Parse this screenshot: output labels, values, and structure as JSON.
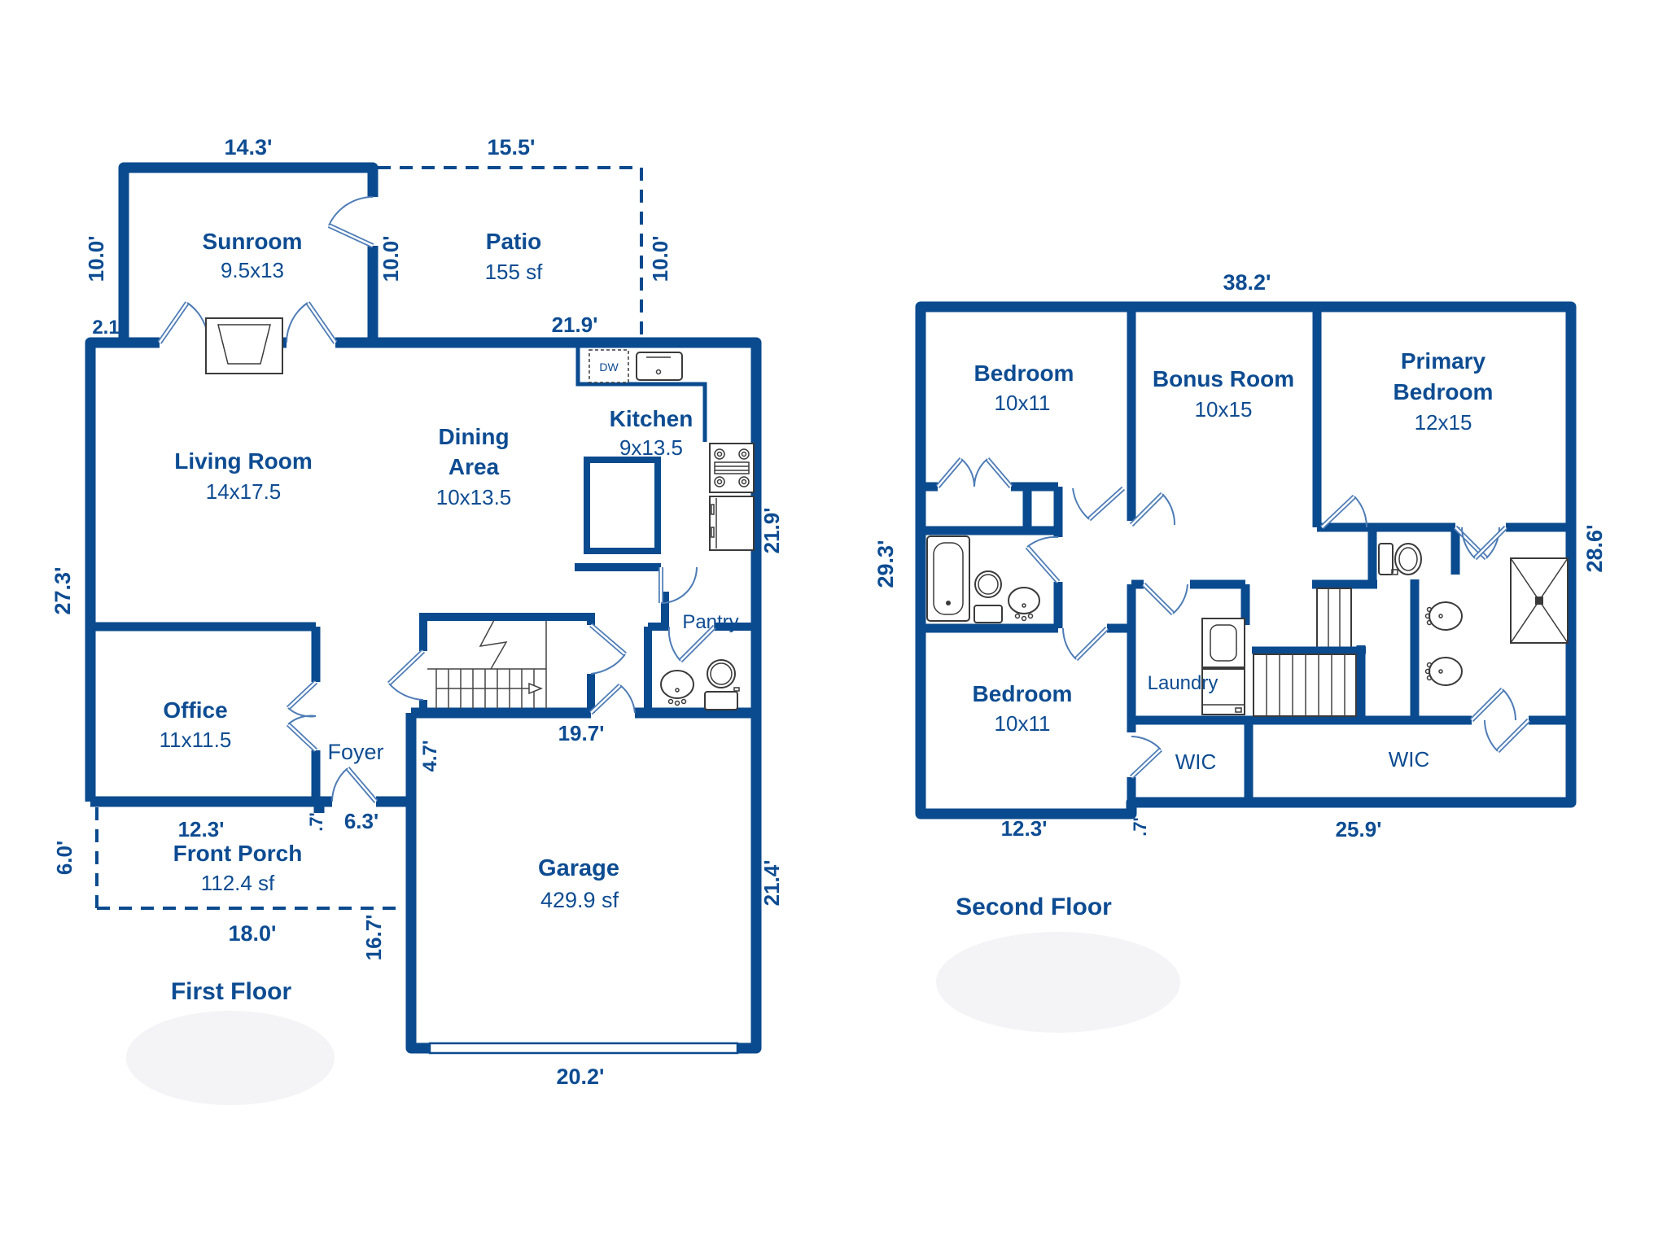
{
  "palette": {
    "wall_color": "#0a4a8e",
    "text_color": "#0d4c92",
    "door_color": "#4d7cb6",
    "fixture_color": "#3a3a3a",
    "watermark_color": "#f4f4f7"
  },
  "first_floor": {
    "name": "First Floor",
    "rooms": {
      "sunroom": {
        "name": "Sunroom",
        "dims": "9.5x13"
      },
      "patio": {
        "name": "Patio",
        "area": "155 sf"
      },
      "living_room": {
        "name": "Living Room",
        "dims": "14x17.5"
      },
      "dining": {
        "name_line1": "Dining",
        "name_line2": "Area",
        "dims": "10x13.5"
      },
      "kitchen": {
        "name": "Kitchen",
        "dims": "9x13.5",
        "dishwasher": "DW"
      },
      "office": {
        "name": "Office",
        "dims": "11x11.5"
      },
      "foyer": {
        "name": "Foyer"
      },
      "pantry": {
        "name": "Pantry"
      },
      "front_porch": {
        "name": "Front Porch",
        "area": "112.4 sf"
      },
      "garage": {
        "name": "Garage",
        "area": "429.9 sf"
      }
    },
    "dims": {
      "sunroom_top": "14.3'",
      "patio_top": "15.5'",
      "sunroom_left": "10.0'",
      "sunroom_right": "10.0'",
      "patio_right": "10.0'",
      "jog": "2.1",
      "main_top": "21.9'",
      "kitchen_right": "21.9'",
      "left_wall": "27.3'",
      "stair_side": "4.7'",
      "garage_top": "19.7'",
      "porch_top": "12.3'",
      "door_stub": ".7'",
      "entry_wall": "6.3'",
      "porch_side": "6.0'",
      "porch_bottom": "18.0'",
      "garage_left": "16.7'",
      "garage_right": "21.4'",
      "garage_bottom": "20.2'"
    }
  },
  "second_floor": {
    "name": "Second Floor",
    "rooms": {
      "bedroom_upper": {
        "name": "Bedroom",
        "dims": "10x11"
      },
      "bonus_room": {
        "name": "Bonus Room",
        "dims": "10x15"
      },
      "primary_bedroom": {
        "name_line1": "Primary",
        "name_line2": "Bedroom",
        "dims": "12x15"
      },
      "bedroom_lower": {
        "name": "Bedroom",
        "dims": "10x11"
      },
      "laundry": {
        "name": "Laundry"
      },
      "wic_small": {
        "name": "WIC"
      },
      "wic_large": {
        "name": "WIC"
      }
    },
    "dims": {
      "top": "38.2'",
      "left": "29.3'",
      "right": "28.6'",
      "bottom_left": "12.3'",
      "bottom_stub": ".7'",
      "bottom_right": "25.9'"
    }
  }
}
